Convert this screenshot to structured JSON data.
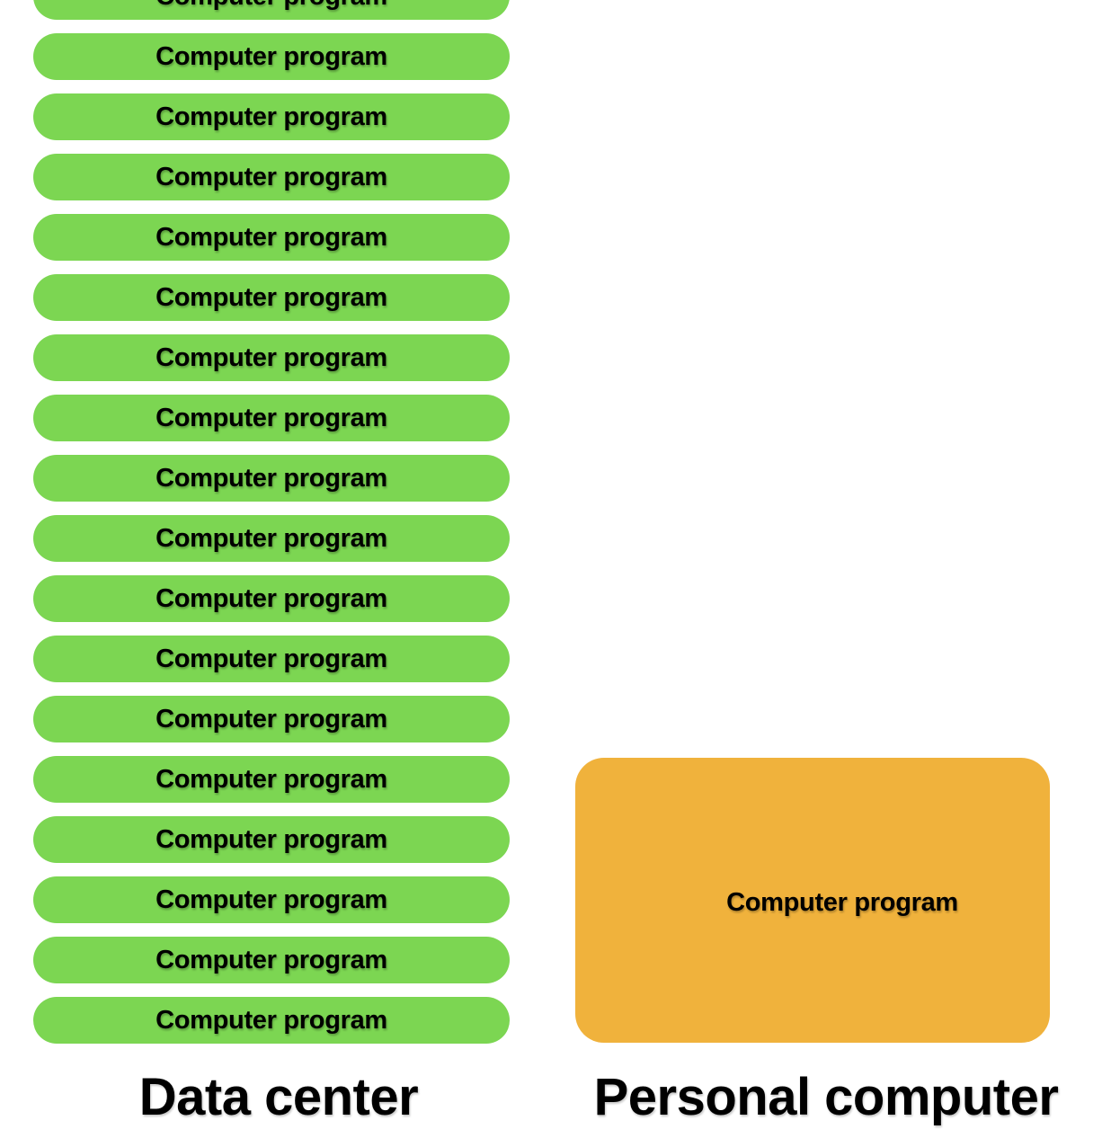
{
  "colors": {
    "background": "#FFFFFF",
    "program_pill_green": "#7CD652",
    "personal_computer_orange": "#F0B23C",
    "text": "#000000"
  },
  "data_center": {
    "label": "Data center",
    "programs": [
      "Computer program",
      "Computer program",
      "Computer program",
      "Computer program",
      "Computer program",
      "Computer program",
      "Computer program",
      "Computer program",
      "Computer program",
      "Computer program",
      "Computer program",
      "Computer program",
      "Computer program",
      "Computer program",
      "Computer program",
      "Computer program",
      "Computer program",
      "Computer program"
    ]
  },
  "personal_computer": {
    "label": "Personal computer",
    "program_label": "Computer program"
  }
}
